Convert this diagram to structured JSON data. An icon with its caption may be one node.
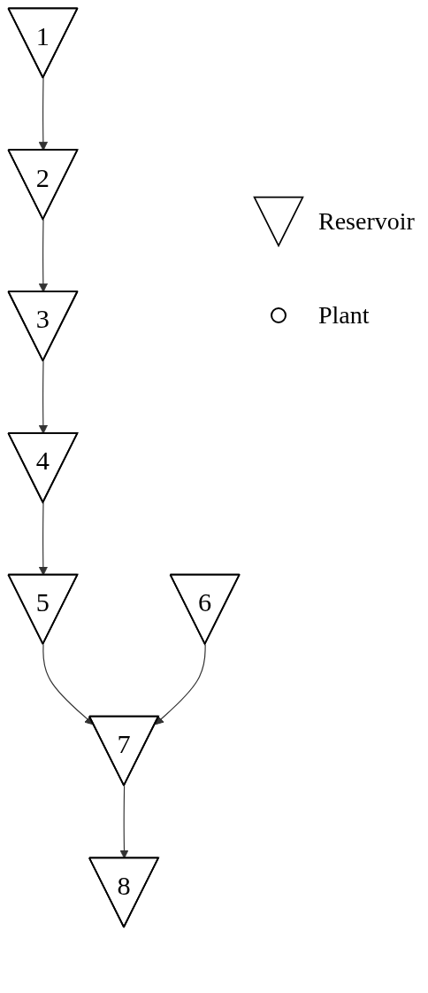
{
  "diagram": {
    "nodes": [
      {
        "text": [
          "1"
        ]
      },
      {
        "text": [
          "2"
        ]
      },
      {
        "text": [
          "3"
        ]
      },
      {
        "text": [
          "4"
        ]
      },
      {
        "text": [
          "5"
        ]
      },
      {
        "text": [
          "6"
        ]
      },
      {
        "text": [
          "7"
        ]
      },
      {
        "text": [
          "8"
        ]
      }
    ],
    "edges": [
      {
        "from": 0,
        "to": 1,
        "arrow": "to"
      },
      {
        "from": 1,
        "to": 2,
        "arrow": "to"
      },
      {
        "from": 2,
        "to": 3,
        "arrow": "to"
      },
      {
        "from": 3,
        "to": 4,
        "arrow": "to"
      },
      {
        "from": 4,
        "to": 6,
        "arrow": "to"
      },
      {
        "from": 5,
        "to": 6,
        "arrow": "to"
      },
      {
        "from": 6,
        "to": 7,
        "arrow": "to"
      }
    ],
    "legend": [
      {
        "text": "Reservoir"
      },
      {
        "text": "Plant"
      }
    ]
  }
}
